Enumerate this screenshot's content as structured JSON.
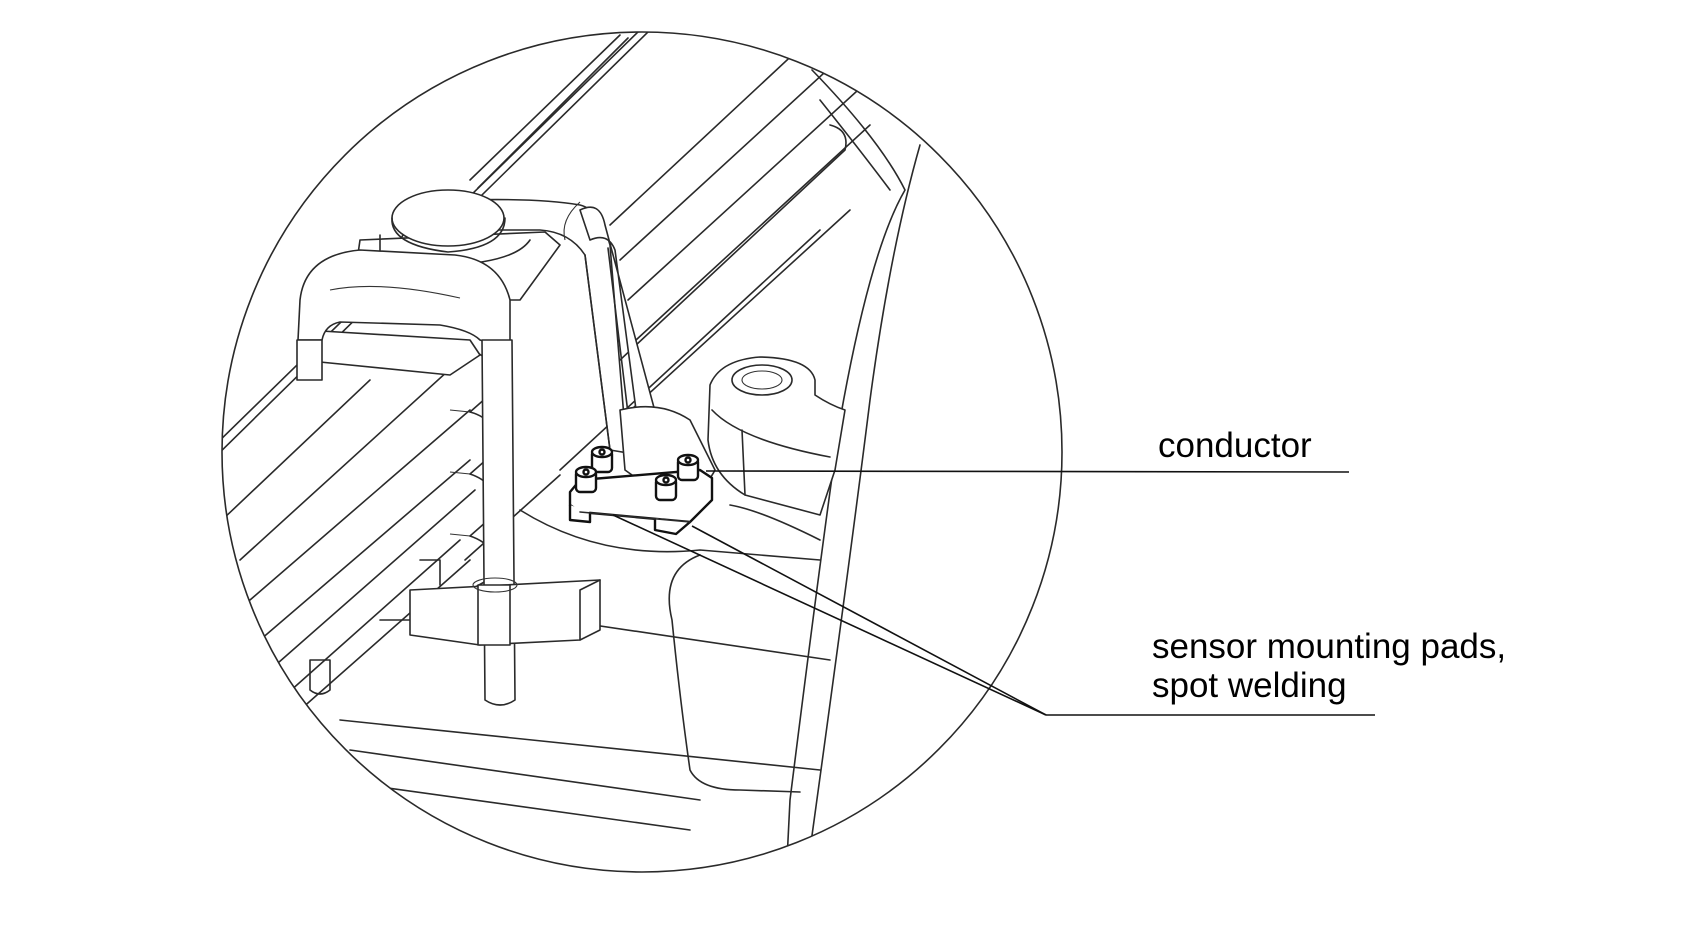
{
  "figure": {
    "type": "technical line drawing",
    "subject": "leaf spring with U-bolt clamp and sensor mounting detail (detail view)",
    "callouts": [
      {
        "id": "conductor",
        "lines": [
          "conductor"
        ]
      },
      {
        "id": "sensor-pads",
        "lines": [
          "sensor mounting pads,",
          "spot welding"
        ]
      }
    ]
  },
  "colors": {
    "background": "#ffffff",
    "line": "#2a2a2a",
    "text": "#000000"
  }
}
